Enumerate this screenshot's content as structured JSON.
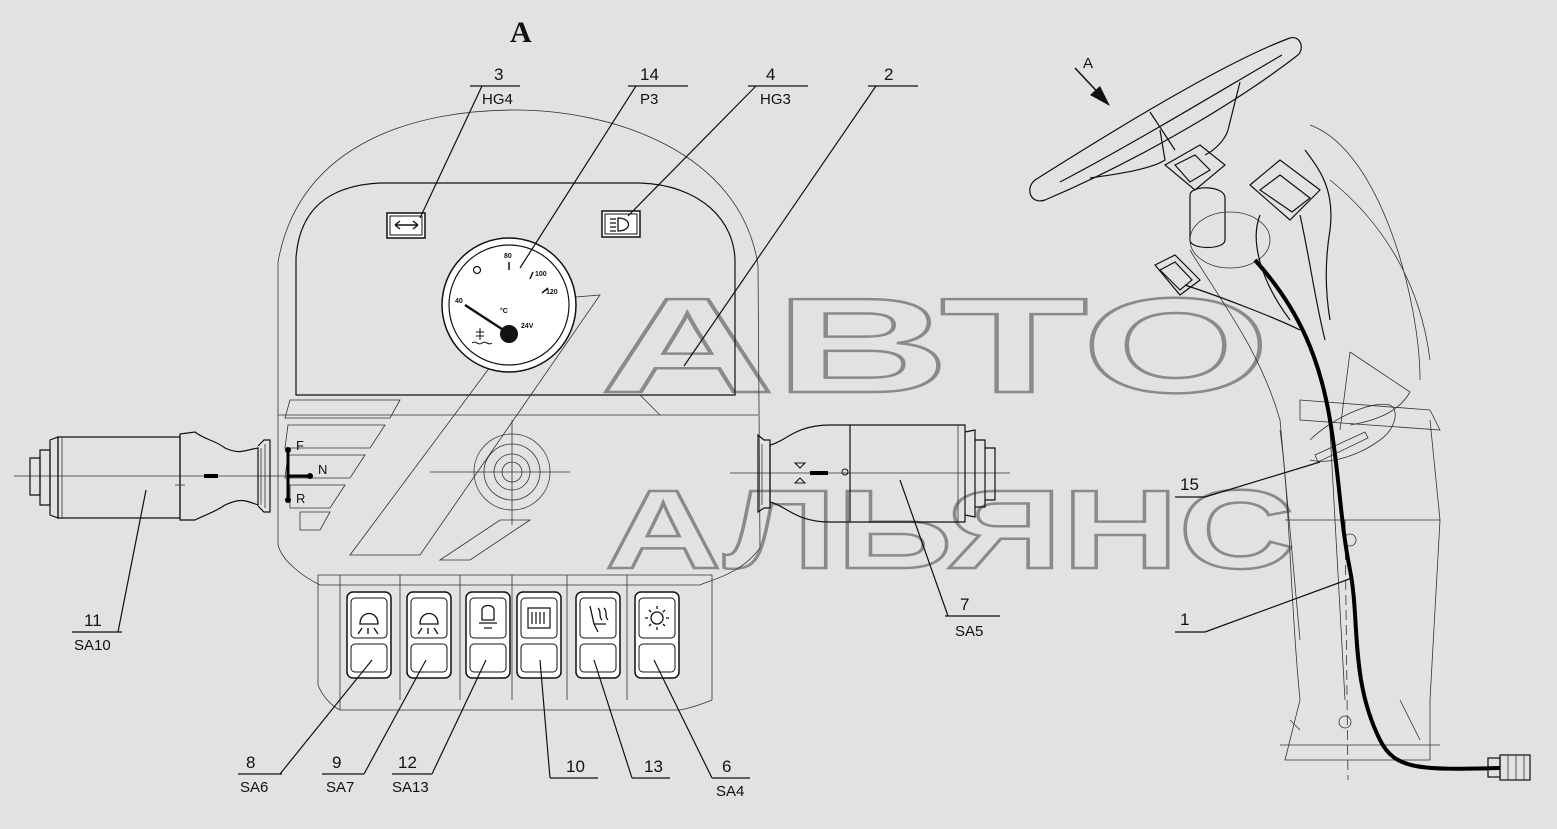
{
  "view_label": "A",
  "arrow_label": "A",
  "watermark": {
    "line1": "АВТО",
    "line2": "АЛЬЯНС"
  },
  "callouts": [
    {
      "num": "3",
      "code": "HG4"
    },
    {
      "num": "14",
      "code": "P3"
    },
    {
      "num": "4",
      "code": "HG3"
    },
    {
      "num": "2",
      "code": ""
    },
    {
      "num": "11",
      "code": "SA10"
    },
    {
      "num": "7",
      "code": "SA5"
    },
    {
      "num": "15",
      "code": ""
    },
    {
      "num": "1",
      "code": ""
    },
    {
      "num": "8",
      "code": "SA6"
    },
    {
      "num": "9",
      "code": "SA7"
    },
    {
      "num": "12",
      "code": "SA13"
    },
    {
      "num": "10",
      "code": ""
    },
    {
      "num": "13",
      "code": ""
    },
    {
      "num": "6",
      "code": "SA4"
    }
  ],
  "gauge": {
    "scale": [
      "40",
      "80",
      "100",
      "120"
    ],
    "unit": "°C",
    "voltage": "24V"
  },
  "shifter": {
    "forward": "F",
    "neutral": "N",
    "reverse": "R"
  },
  "switch_icons": [
    "work-light-front-icon",
    "work-light-rear-icon",
    "beacon-icon",
    "rear-defrost-icon",
    "seat-heater-icon",
    "light-icon"
  ]
}
